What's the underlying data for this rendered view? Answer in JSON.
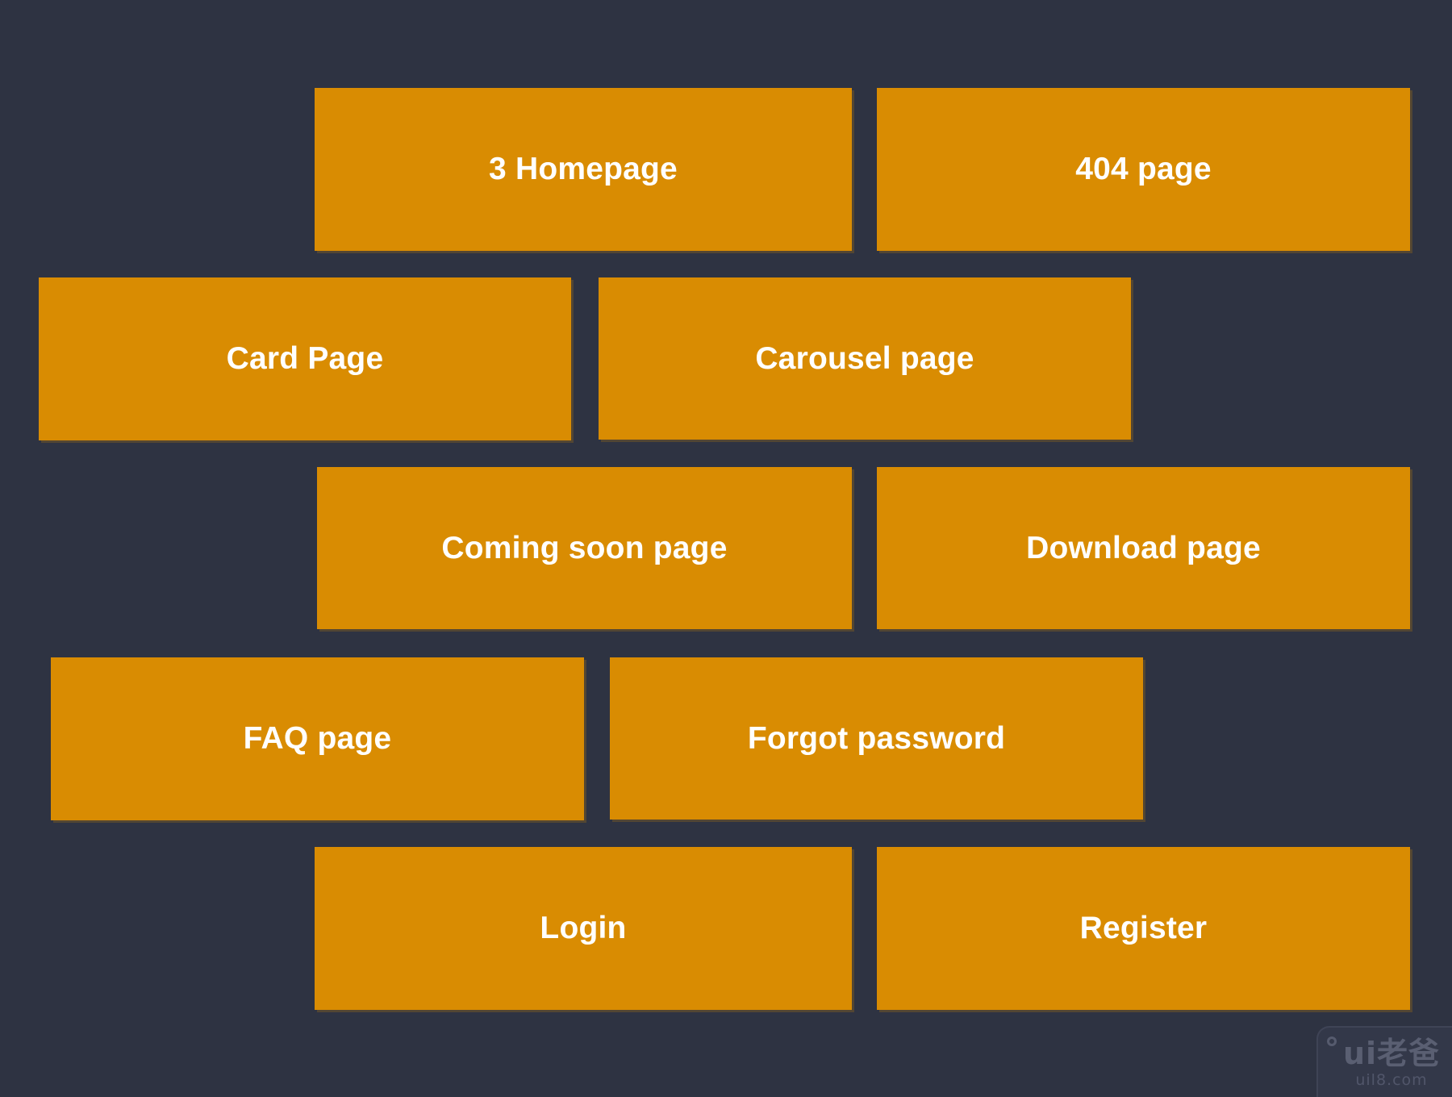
{
  "colors": {
    "background": "#2e3342",
    "button": "#d98c02",
    "button_text": "#ffffff",
    "watermark_box": "#333849",
    "watermark_text": "#5a5f72"
  },
  "buttons": [
    {
      "label": "3 Homepage"
    },
    {
      "label": "404 page"
    },
    {
      "label": "Card Page"
    },
    {
      "label": "Carousel page"
    },
    {
      "label": "Coming soon page"
    },
    {
      "label": "Download page"
    },
    {
      "label": "FAQ page"
    },
    {
      "label": "Forgot password"
    },
    {
      "label": "Login"
    },
    {
      "label": "Register"
    }
  ],
  "watermark": {
    "logo": "ui老爸",
    "site": "uil8.com"
  }
}
